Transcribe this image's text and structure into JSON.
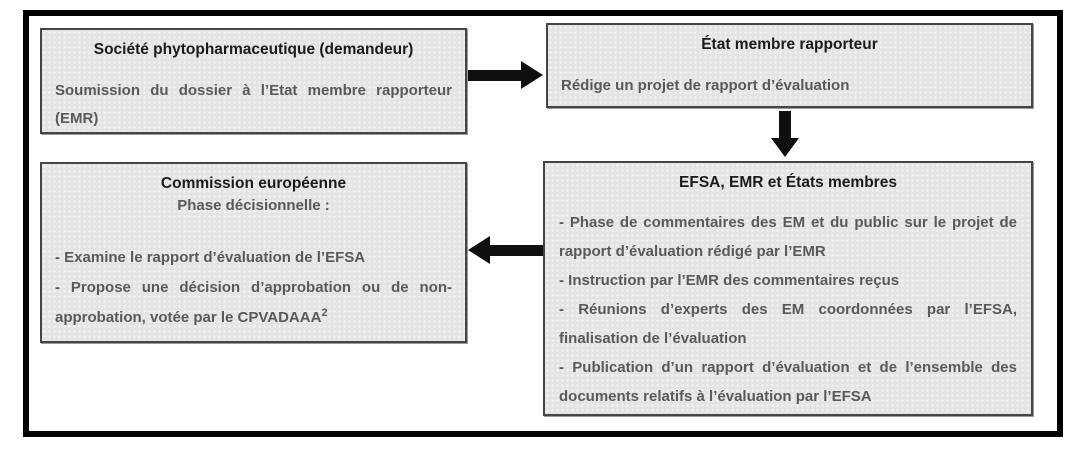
{
  "style": {
    "page_background": "#ffffff",
    "frame_border_color": "#000000",
    "box_fill": "#e4e4e4",
    "box_dot_texture": "#f5f5f5",
    "box_border": "#454545",
    "title_color": "#1a1a1a",
    "body_color": "#595959",
    "arrow_color": "#0f0f0f"
  },
  "boxes": {
    "applicant": {
      "title": "Société phytopharmaceutique (demandeur)",
      "body": "Soumission du dossier à l’Etat membre rapporteur (EMR)"
    },
    "rapporteur": {
      "title": "État membre rapporteur",
      "body": "Rédige un projet de rapport d’évaluation"
    },
    "efsa": {
      "title": "EFSA, EMR et États membres",
      "items": [
        "- Phase de commentaires des EM et du public sur le projet de rapport d’évaluation rédigé par l’EMR",
        "- Instruction par l’EMR des commentaires reçus",
        "- Réunions d’experts des EM coordonnées par l’EFSA, finalisation de l’évaluation",
        "- Publication d’un rapport d’évaluation et de l’ensemble des documents relatifs à l’évaluation par l’EFSA"
      ]
    },
    "commission": {
      "title": "Commission européenne",
      "subtitle": "Phase décisionnelle :",
      "items": [
        "- Examine le rapport d’évaluation de l’EFSA",
        "- Propose une décision d’approbation ou de non-approbation, votée par le CPVADAAA"
      ],
      "footnote_ref": "2"
    }
  },
  "arrows": {
    "submit": {
      "direction": "right",
      "from": "applicant",
      "to": "rapporteur"
    },
    "draft": {
      "direction": "down",
      "from": "rapporteur",
      "to": "efsa"
    },
    "decision": {
      "direction": "left",
      "from": "efsa",
      "to": "commission"
    }
  }
}
